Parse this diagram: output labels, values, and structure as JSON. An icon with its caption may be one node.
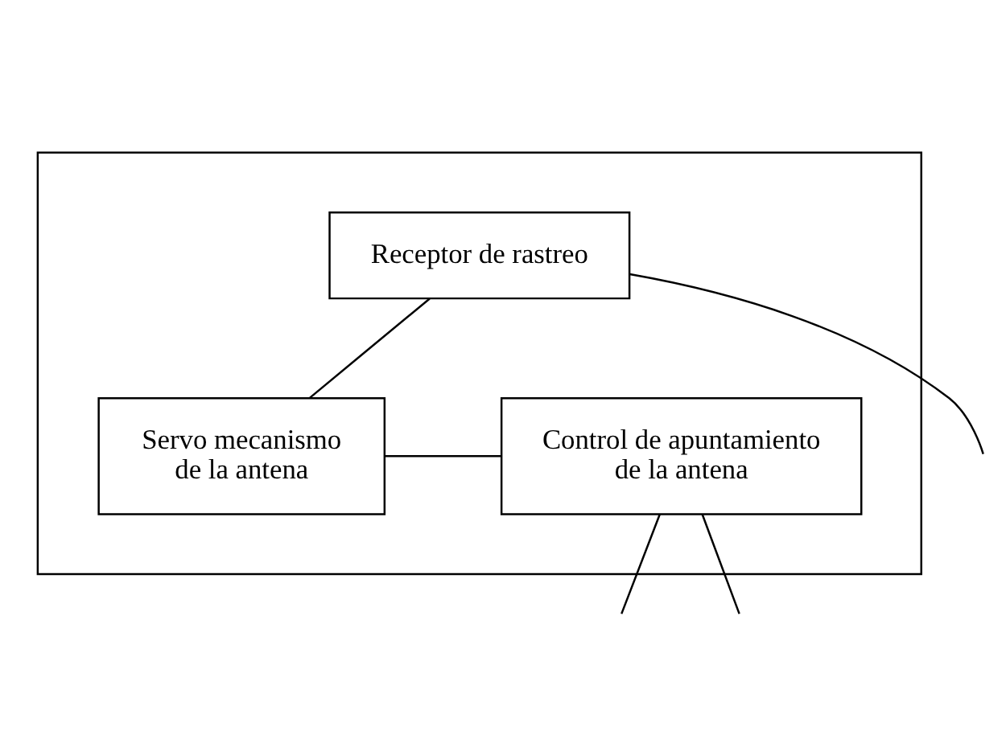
{
  "diagram": {
    "nodes": [
      {
        "text": [],
        "shape": "box"
      },
      {
        "text": [
          "Receptor de rastreo"
        ],
        "in": 0
      },
      {
        "text": [
          "Servo mecanismo de la antena"
        ],
        "in": 0
      },
      {
        "text": [
          "Control de apuntamiento de la antena"
        ],
        "in": 0
      }
    ],
    "edges": [
      {
        "from": 1,
        "to": 2,
        "arrow": "none"
      },
      {
        "from": 2,
        "to": 3,
        "arrow": "none"
      },
      {
        "from": 1,
        "to": null,
        "arrow": "none"
      },
      {
        "from": 3,
        "to": null,
        "arrow": "none"
      },
      {
        "from": 3,
        "to": null,
        "arrow": "none"
      }
    ]
  }
}
